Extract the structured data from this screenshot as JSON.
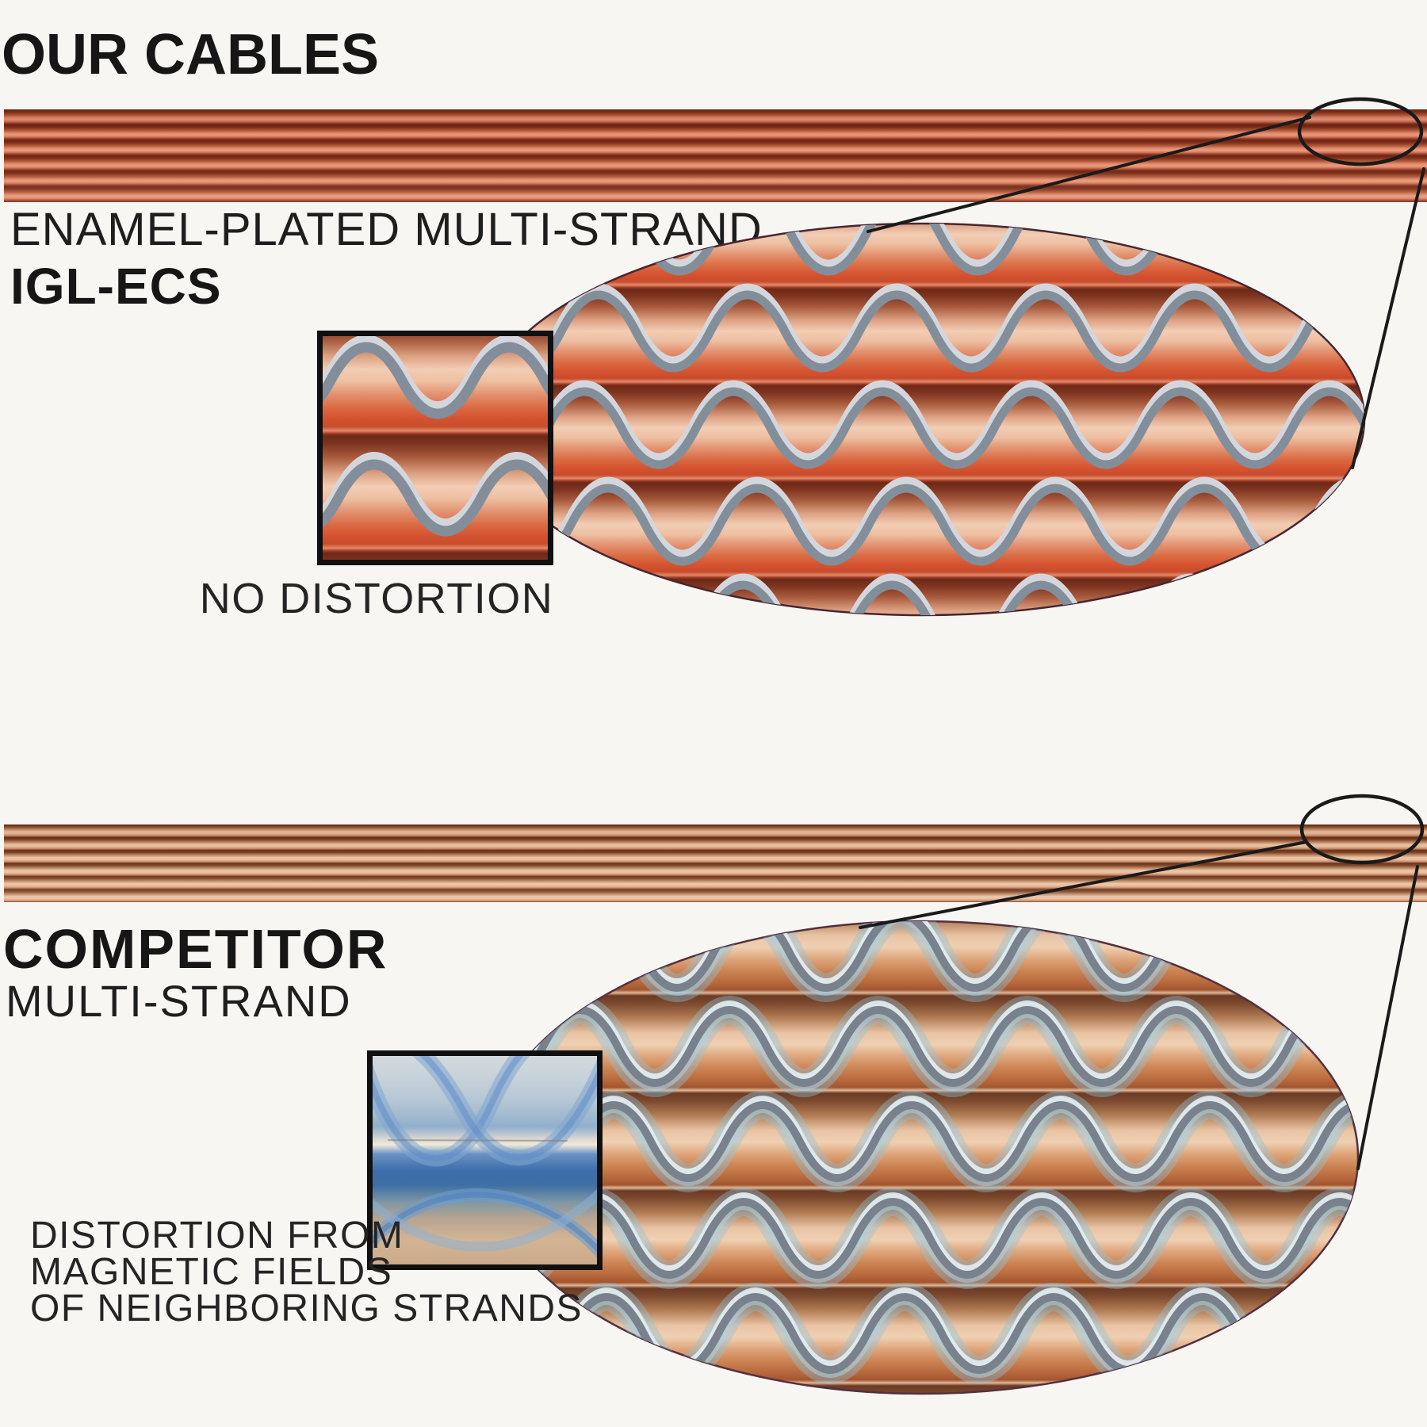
{
  "our_cables": {
    "title": "OUR CABLES",
    "type_line1": "ENAMEL-PLATED MULTI-STRAND",
    "type_line2": "IGL-ECS",
    "inset_caption": "NO DISTORTION"
  },
  "competitor": {
    "title": "COMPETITOR",
    "subtitle": "MULTI-STRAND",
    "caption_lines": [
      "DISTORTION FROM",
      "MAGNETIC FIELDS",
      "OF NEIGHBORING STRANDS"
    ]
  },
  "colors": {
    "background": "#f7f6f3",
    "text": "#1b1b1b",
    "copper_stripe_dark": "#742815",
    "copper_stripe_light": "#eb9c7e",
    "competitor_stripe_dark": "#6f3319",
    "competitor_stripe_light": "#ecc5a7",
    "strand_crest_dark": "#6d2817",
    "strand_belly_light": "#f2cdb4",
    "strand_red": "#d65230",
    "competitor_strand_tan": "#e9c3a3",
    "wave_gray": "#838e9b",
    "wave_highlight": "#d6d9de",
    "distortion_blue": "#4a7fc0",
    "distortion_blue_light": "#a5cfe2",
    "inset_border": "#101010",
    "callout_line": "#1a1a1a"
  }
}
